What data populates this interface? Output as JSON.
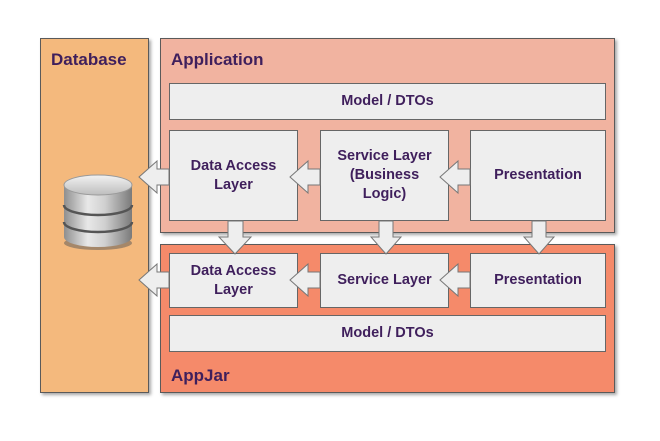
{
  "colors": {
    "database_bg": "#f4b97d",
    "application_bg": "#f1b3a0",
    "appjar_bg": "#f58a6a",
    "box_bg": "#eeeeee",
    "text": "#3f1f5c"
  },
  "database": {
    "title": "Database",
    "icon": "database-cylinder-icon"
  },
  "application": {
    "title": "Application",
    "model": "Model / DTOs",
    "layers": [
      {
        "id": "data-access",
        "label": "Data Access\nLayer"
      },
      {
        "id": "service",
        "label": "Service Layer\n(Business\nLogic)"
      },
      {
        "id": "presentation",
        "label": "Presentation"
      }
    ]
  },
  "appjar": {
    "title": "AppJar",
    "model": "Model / DTOs",
    "layers": [
      {
        "id": "data-access",
        "label": "Data Access\nLayer"
      },
      {
        "id": "service",
        "label": "Service Layer"
      },
      {
        "id": "presentation",
        "label": "Presentation"
      }
    ]
  },
  "arrows": [
    {
      "from": "application.presentation",
      "to": "application.service",
      "direction": "left"
    },
    {
      "from": "application.service",
      "to": "application.data-access",
      "direction": "left"
    },
    {
      "from": "application.data-access",
      "to": "database",
      "direction": "left"
    },
    {
      "from": "appjar.presentation",
      "to": "appjar.service",
      "direction": "left"
    },
    {
      "from": "appjar.service",
      "to": "appjar.data-access",
      "direction": "left"
    },
    {
      "from": "appjar.data-access",
      "to": "database",
      "direction": "left"
    },
    {
      "from": "application.data-access",
      "to": "appjar.data-access",
      "direction": "down"
    },
    {
      "from": "application.service",
      "to": "appjar.service",
      "direction": "down"
    },
    {
      "from": "application.presentation",
      "to": "appjar.presentation",
      "direction": "down"
    }
  ]
}
